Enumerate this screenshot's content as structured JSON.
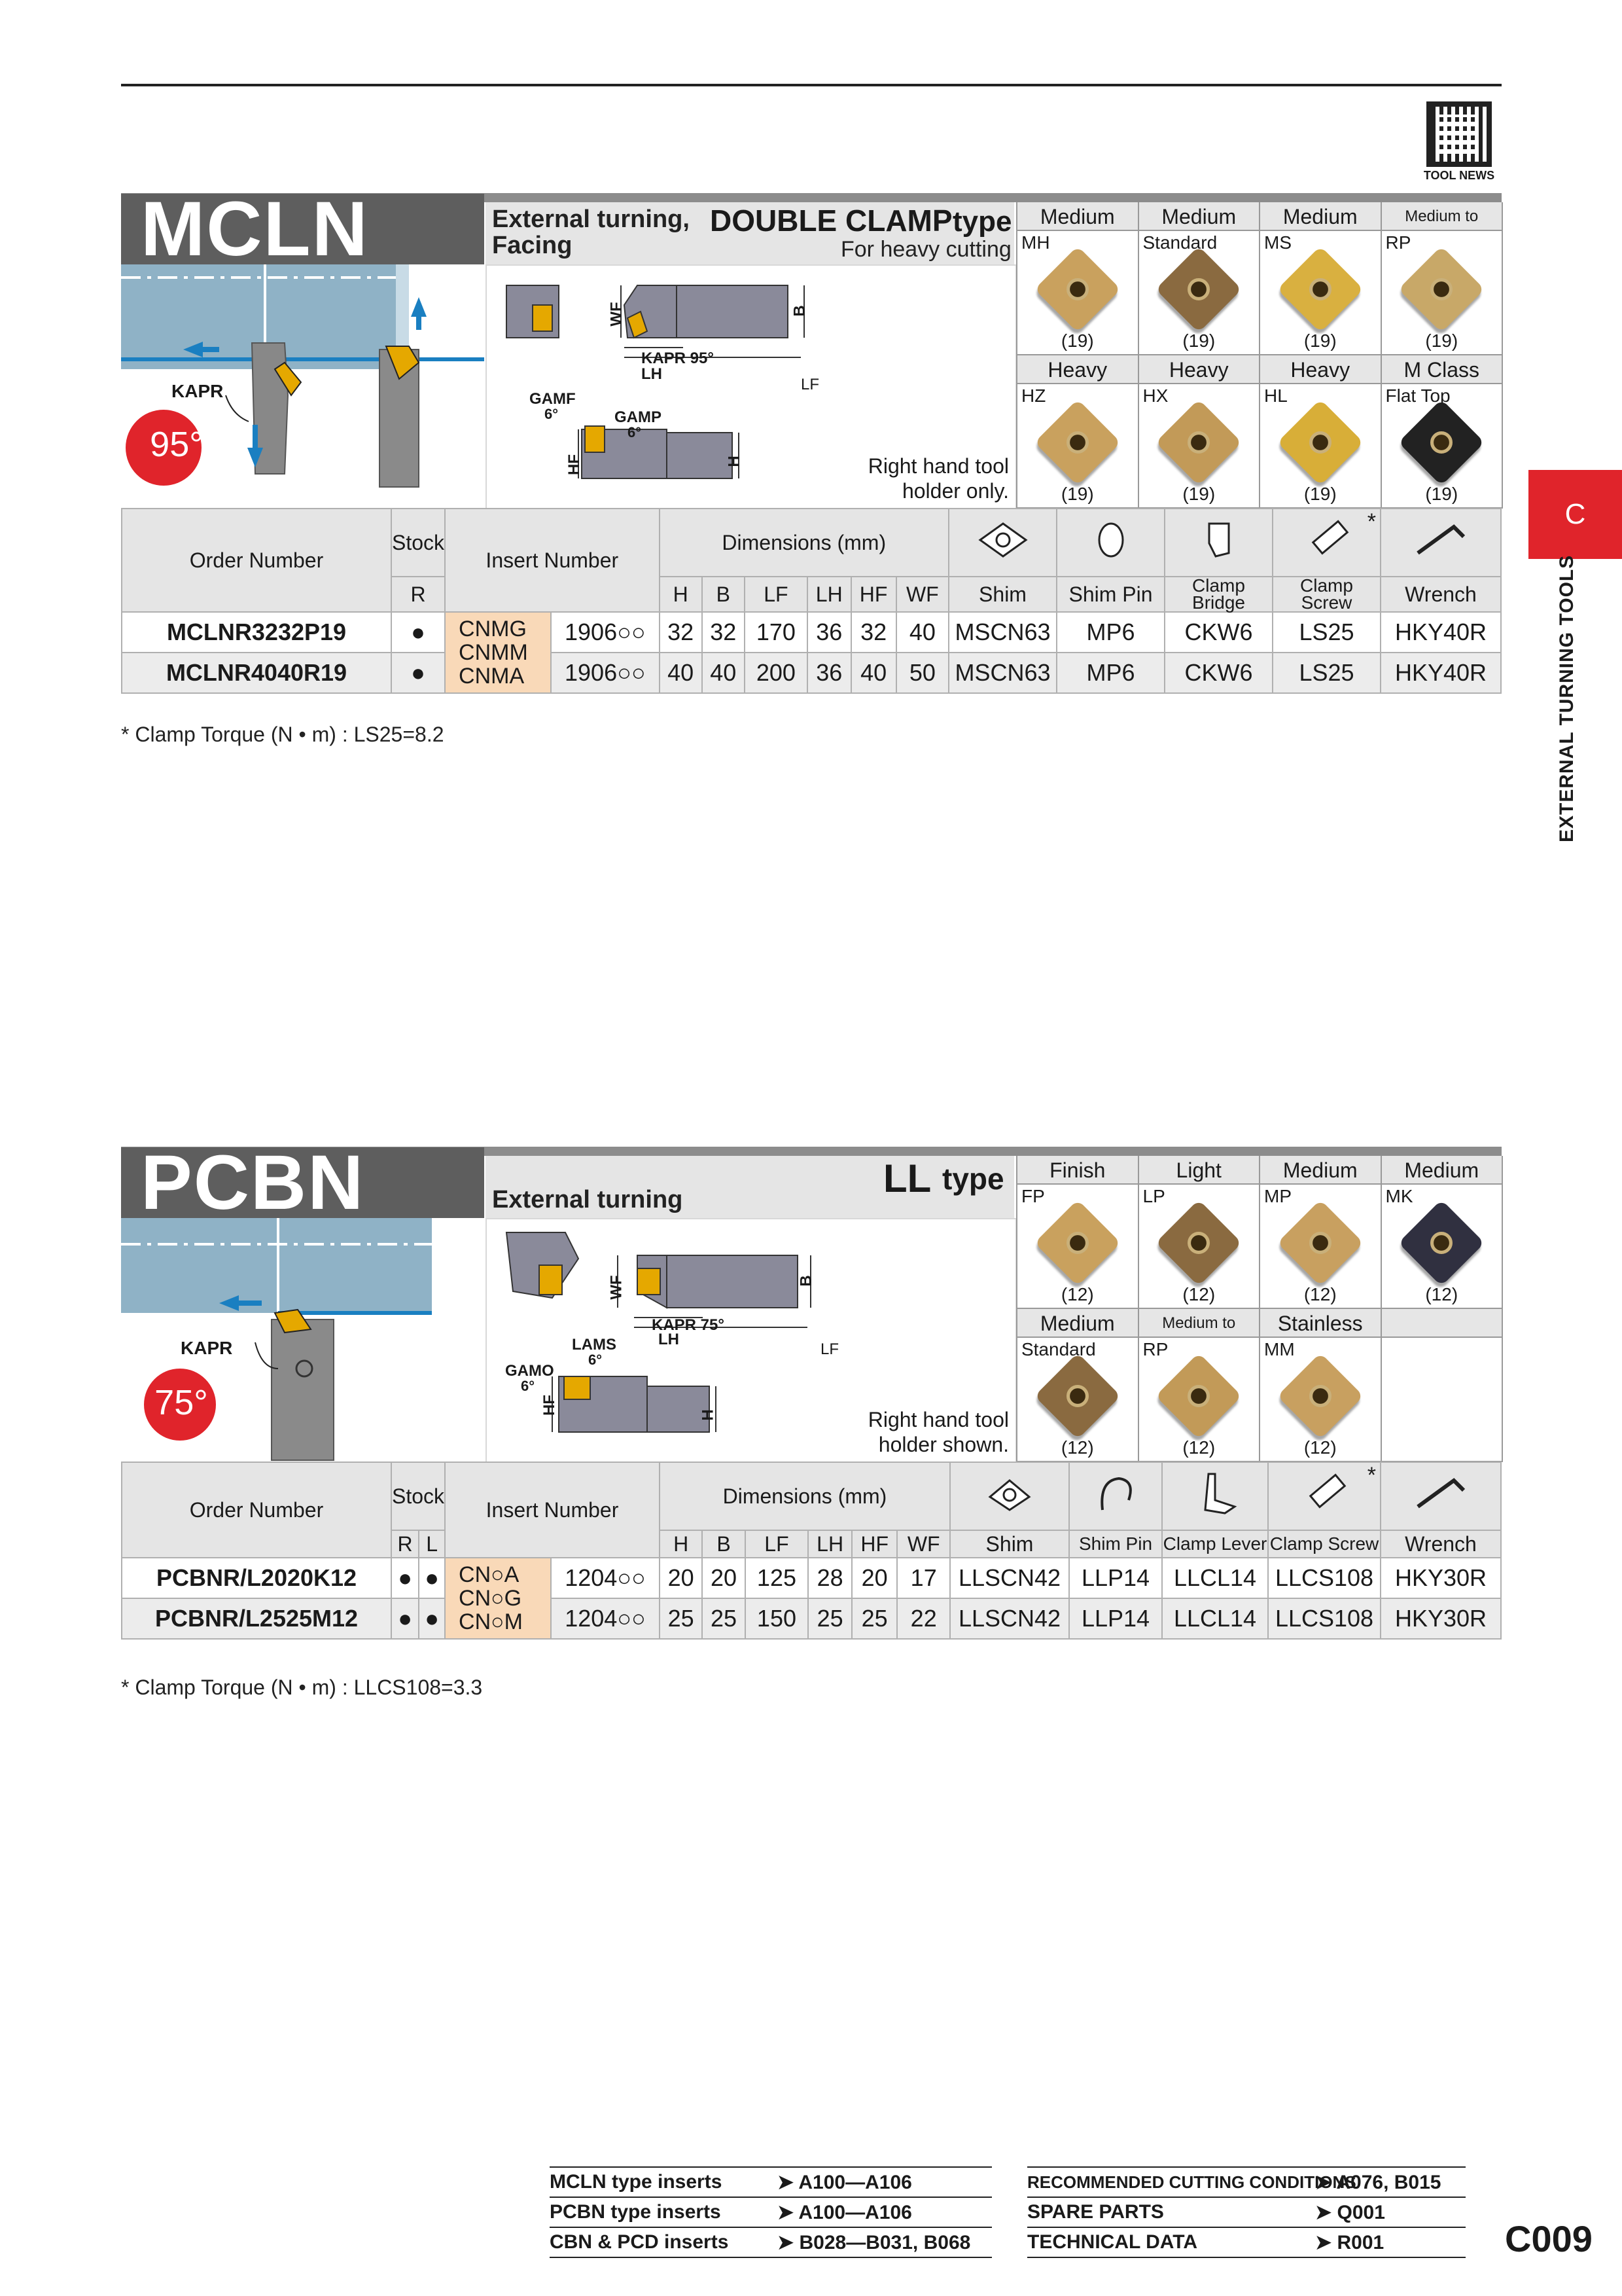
{
  "header": {
    "qr_label": "TOOL NEWS"
  },
  "side_tab": {
    "letter": "C",
    "text": "EXTERNAL TURNING TOOLS"
  },
  "mcln": {
    "title": "MCLN",
    "desc_line1": "External turning,",
    "desc_line2": "Facing",
    "type_label": "DOUBLE CLAMP",
    "type_word": "type",
    "sub": "For heavy cutting",
    "angle": "95°",
    "kapr": "KAPR",
    "dims": {
      "wf": "WF",
      "b": "B",
      "kapr": "KAPR 95°",
      "lh": "LH",
      "lf": "LF",
      "gamf": "GAMF",
      "gamf_val": "6°",
      "gamp": "GAMP",
      "gamp_val": "6°",
      "hf": "HF",
      "h": "H"
    },
    "holder_note_1": "Right hand tool",
    "holder_note_2": "holder only.",
    "inserts_row1": [
      {
        "head": "Medium",
        "code": "MH",
        "qty": "(19)",
        "color": "#c9a15e"
      },
      {
        "head": "Medium",
        "code": "Standard",
        "qty": "(19)",
        "color": "#8a6a40"
      },
      {
        "head": "Medium",
        "code": "MS",
        "qty": "(19)",
        "color": "#d9b040"
      },
      {
        "head": "Medium to Rough",
        "code": "RP",
        "qty": "(19)",
        "color": "#c8a868"
      }
    ],
    "inserts_row2": [
      {
        "head": "Heavy",
        "code": "HZ",
        "qty": "(19)",
        "color": "#c9a15e"
      },
      {
        "head": "Heavy",
        "code": "HX",
        "qty": "(19)",
        "color": "#c29a58"
      },
      {
        "head": "Heavy",
        "code": "HL",
        "qty": "(19)",
        "color": "#d8ae38"
      },
      {
        "head": "M Class",
        "code": "Flat Top",
        "qty": "(19)",
        "color": "#222222"
      }
    ],
    "table": {
      "h_order": "Order Number",
      "h_stock": "Stock",
      "h_r": "R",
      "h_insert": "Insert Number",
      "h_dims": "Dimensions (mm)",
      "dim_cols": [
        "H",
        "B",
        "LF",
        "LH",
        "HF",
        "WF"
      ],
      "part_cols": [
        "Shim",
        "Shim Pin",
        "Clamp Bridge",
        "Clamp Screw",
        "Wrench"
      ],
      "star": "*",
      "inserts": [
        "CNMG",
        "CNMM",
        "CNMA"
      ],
      "rows": [
        {
          "order": "MCLNR3232P19",
          "stock": "●",
          "insert_size": "1906○○",
          "dims": [
            "32",
            "32",
            "170",
            "36",
            "32",
            "40"
          ],
          "parts": [
            "MSCN63",
            "MP6",
            "CKW6",
            "LS25",
            "HKY40R"
          ]
        },
        {
          "order": "MCLNR4040R19",
          "stock": "●",
          "insert_size": "1906○○",
          "dims": [
            "40",
            "40",
            "200",
            "36",
            "40",
            "50"
          ],
          "parts": [
            "MSCN63",
            "MP6",
            "CKW6",
            "LS25",
            "HKY40R"
          ]
        }
      ]
    },
    "note": "* Clamp Torque (N • m) : LS25=8.2"
  },
  "pcbn": {
    "title": "PCBN",
    "desc": "External turning",
    "type_label": "LL",
    "type_word": "type",
    "angle": "75°",
    "kapr": "KAPR",
    "dims": {
      "wf": "WF",
      "b": "B",
      "kapr": "KAPR 75°",
      "lh": "LH",
      "lf": "LF",
      "lams": "LAMS",
      "lams_val": "6°",
      "gamo": "GAMO",
      "gamo_val": "6°",
      "hf": "HF",
      "h": "H"
    },
    "holder_note_1": "Right hand tool",
    "holder_note_2": "holder shown.",
    "inserts_row1": [
      {
        "head": "Finish",
        "code": "FP",
        "qty": "(12)",
        "color": "#c9a15e"
      },
      {
        "head": "Light",
        "code": "LP",
        "qty": "(12)",
        "color": "#8a6a40"
      },
      {
        "head": "Medium",
        "code": "MP",
        "qty": "(12)",
        "color": "#c8a060"
      },
      {
        "head": "Medium",
        "code": "MK",
        "qty": "(12)",
        "color": "#303040"
      }
    ],
    "inserts_row2": [
      {
        "head": "Medium",
        "code": "Standard",
        "qty": "(12)",
        "color": "#8a6a40"
      },
      {
        "head": "Medium to Rough",
        "code": "RP",
        "qty": "(12)",
        "color": "#c29a58"
      },
      {
        "head": "Stainless",
        "code": "MM",
        "qty": "(12)",
        "color": "#c8a060"
      },
      {
        "head": "",
        "code": "",
        "qty": "",
        "color": ""
      }
    ],
    "table": {
      "h_order": "Order Number",
      "h_stock": "Stock",
      "h_r": "R",
      "h_l": "L",
      "h_insert": "Insert Number",
      "h_dims": "Dimensions (mm)",
      "dim_cols": [
        "H",
        "B",
        "LF",
        "LH",
        "HF",
        "WF"
      ],
      "part_cols": [
        "Shim",
        "Shim Pin",
        "Clamp Lever",
        "Clamp Screw",
        "Wrench"
      ],
      "star": "*",
      "inserts": [
        "CN○A",
        "CN○G",
        "CN○M"
      ],
      "rows": [
        {
          "order": "PCBNR/L2020K12",
          "stock_r": "●",
          "stock_l": "●",
          "insert_size": "1204○○",
          "dims": [
            "20",
            "20",
            "125",
            "28",
            "20",
            "17"
          ],
          "parts": [
            "LLSCN42",
            "LLP14",
            "LLCL14",
            "LLCS108",
            "HKY30R"
          ]
        },
        {
          "order": "PCBNR/L2525M12",
          "stock_r": "●",
          "stock_l": "●",
          "insert_size": "1204○○",
          "dims": [
            "25",
            "25",
            "150",
            "25",
            "25",
            "22"
          ],
          "parts": [
            "LLSCN42",
            "LLP14",
            "LLCL14",
            "LLCS108",
            "HKY30R"
          ]
        }
      ]
    },
    "note": "* Clamp Torque (N • m) : LLCS108=3.3"
  },
  "refs": {
    "left": [
      {
        "label": "MCLN type inserts",
        "page": "A100—A106"
      },
      {
        "label": "PCBN type inserts",
        "page": "A100—A106"
      },
      {
        "label": "CBN & PCD inserts",
        "page": "B028—B031, B068"
      }
    ],
    "right": [
      {
        "label": "RECOMMENDED CUTTING CONDITIONS",
        "page": "A076, B015"
      },
      {
        "label": "SPARE PARTS",
        "page": "Q001"
      },
      {
        "label": "TECHNICAL DATA",
        "page": "R001"
      }
    ],
    "arrow": "➤"
  },
  "page_number": "C009"
}
